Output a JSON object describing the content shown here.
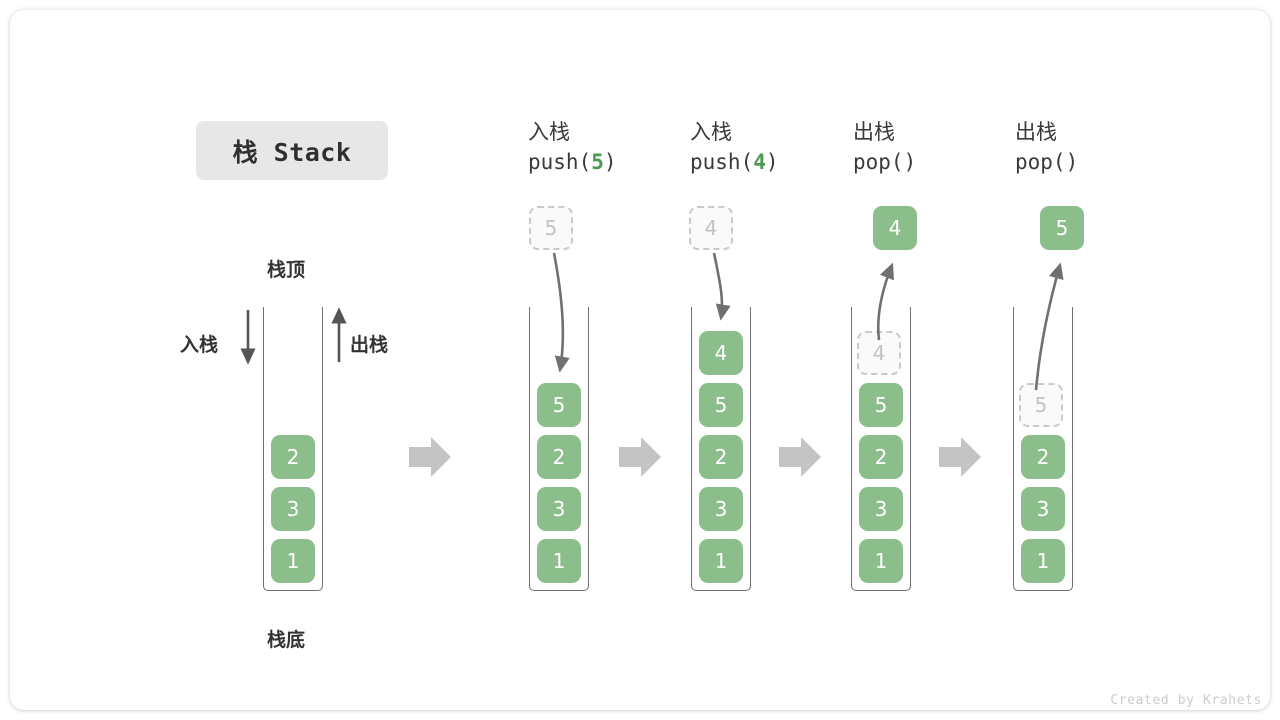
{
  "card": {
    "title": "栈 Stack",
    "watermark": "Created by Krahets"
  },
  "legend": {
    "top_label": "栈顶",
    "bottom_label": "栈底",
    "push_label": "入栈",
    "pop_label": "出栈"
  },
  "colors": {
    "cell_fill": "#8cbe8c",
    "cell_text": "#ffffff",
    "ghost_fill": "#fafafa",
    "ghost_border": "#c9c9c9",
    "ghost_text": "#c3c3c3",
    "badge_bg": "#e7e7e7",
    "arrow_gray": "#707070",
    "block_arrow": "#c4c4c4",
    "accent_green": "#4a9a52"
  },
  "stages": [
    {
      "id": "initial",
      "op_cn": "",
      "op_code_prefix": "",
      "op_code_num": "",
      "op_code_suffix": "",
      "cells": [
        "2",
        "3",
        "1"
      ],
      "ghost_top": null,
      "floating_cell": null
    },
    {
      "id": "push-5",
      "op_cn": "入栈",
      "op_code_prefix": "push(",
      "op_code_num": "5",
      "op_code_suffix": ")",
      "cells": [
        "5",
        "2",
        "3",
        "1"
      ],
      "ghost_above": "5",
      "floating_cell": null
    },
    {
      "id": "push-4",
      "op_cn": "入栈",
      "op_code_prefix": "push(",
      "op_code_num": "4",
      "op_code_suffix": ")",
      "cells": [
        "4",
        "5",
        "2",
        "3",
        "1"
      ],
      "ghost_above": "4",
      "floating_cell": null
    },
    {
      "id": "pop-1",
      "op_cn": "出栈",
      "op_code_prefix": "pop(",
      "op_code_num": "",
      "op_code_suffix": ")",
      "cells": [
        "5",
        "2",
        "3",
        "1"
      ],
      "ghost_in_stack": "4",
      "floating_cell": "4"
    },
    {
      "id": "pop-2",
      "op_cn": "出栈",
      "op_code_prefix": "pop(",
      "op_code_num": "",
      "op_code_suffix": ")",
      "cells": [
        "2",
        "3",
        "1"
      ],
      "ghost_in_stack": "5",
      "floating_cell": "5"
    }
  ]
}
